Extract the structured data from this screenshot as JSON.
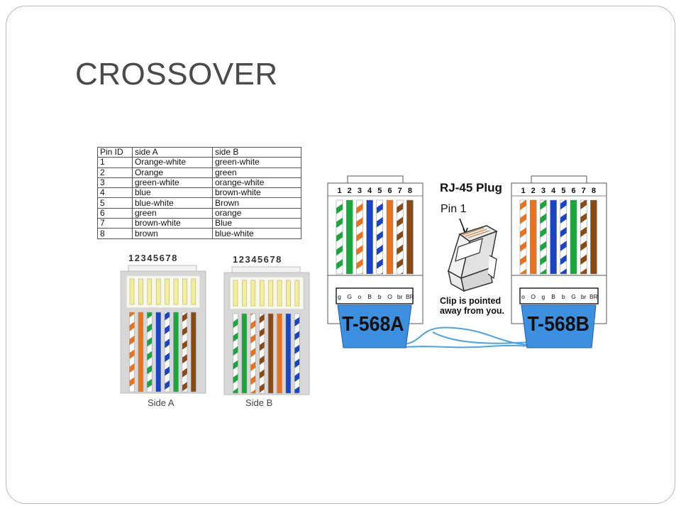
{
  "slide": {
    "title": "CROSSOVER"
  },
  "pin_table": {
    "headers": [
      "Pin ID",
      "side A",
      "side B"
    ],
    "rows": [
      [
        "1",
        "Orange-white",
        "green-white"
      ],
      [
        "2",
        "Orange",
        "green"
      ],
      [
        "3",
        "green-white",
        "orange-white"
      ],
      [
        "4",
        "blue",
        "brown-white"
      ],
      [
        "5",
        "blue-white",
        "Brown"
      ],
      [
        "6",
        "green",
        "orange"
      ],
      [
        "7",
        "brown-white",
        "Blue"
      ],
      [
        "8",
        "brown",
        "blue-white"
      ]
    ]
  },
  "connectors_small": {
    "pin_numbers": "12345678",
    "side_a_label": "Side A",
    "side_b_label": "Side B",
    "side_a_wires": [
      "orange-white",
      "orange",
      "green-white",
      "blue",
      "blue-white",
      "green",
      "brown-white",
      "brown"
    ],
    "side_b_wires": [
      "green-white",
      "green",
      "orange-white",
      "brown-white",
      "brown",
      "orange",
      "blue",
      "blue-white"
    ]
  },
  "connectors_large": {
    "pin_numbers": [
      "1",
      "2",
      "3",
      "4",
      "5",
      "6",
      "7",
      "8"
    ],
    "t568a": {
      "label": "T-568A",
      "codes": [
        "g",
        "G",
        "o",
        "B",
        "b",
        "O",
        "br",
        "BR"
      ],
      "wires": [
        "green-white",
        "green",
        "orange-white",
        "blue",
        "blue-white",
        "orange",
        "brown-white",
        "brown"
      ]
    },
    "t568b": {
      "label": "T-568B",
      "codes": [
        "o",
        "O",
        "g",
        "B",
        "b",
        "G",
        "br",
        "BR"
      ],
      "wires": [
        "orange-white",
        "orange",
        "green-white",
        "blue",
        "blue-white",
        "green",
        "brown-white",
        "brown"
      ]
    }
  },
  "plug": {
    "title": "RJ-45 Plug",
    "pin_label": "Pin 1",
    "note_line1": "Clip is pointed",
    "note_line2": "away from you."
  },
  "colors": {
    "orange": "#e8731c",
    "green": "#19a63c",
    "blue": "#1a44c8",
    "brown": "#8a4a16",
    "boot_blue": "#3d8fe0",
    "cable_blue": "#4aa3e8"
  }
}
